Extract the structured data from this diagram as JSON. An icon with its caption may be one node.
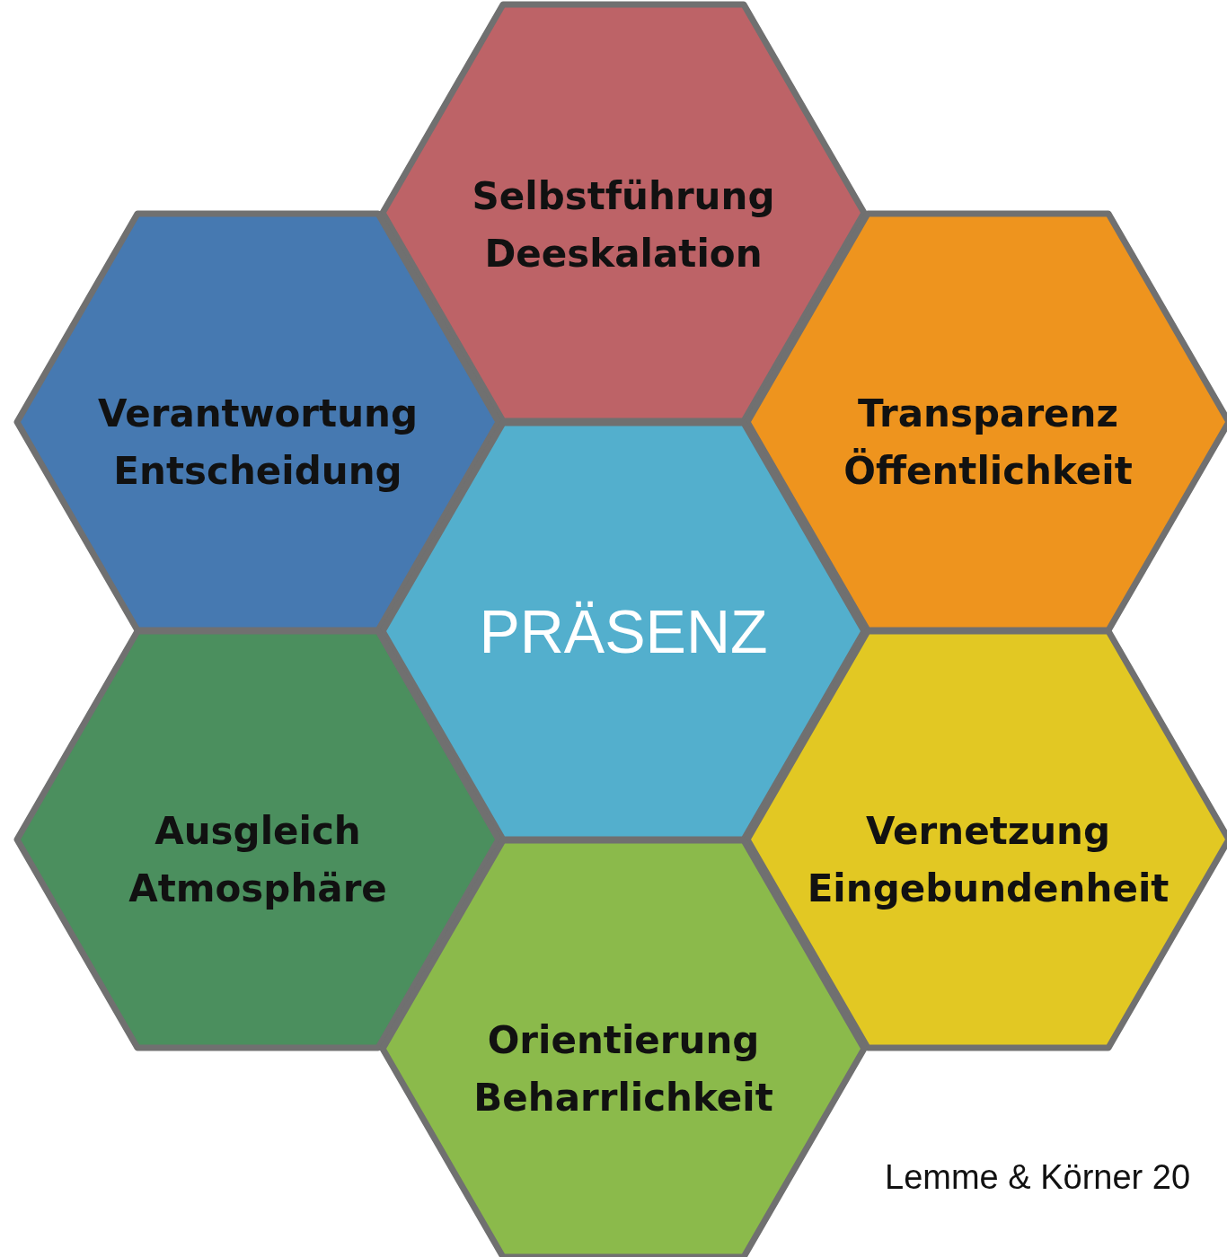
{
  "diagram": {
    "nodes": [
      {
        "text": [
          "Selbstführung",
          "Deeskalation"
        ]
      },
      {
        "text": [
          "Verantwortung",
          "Entscheidung"
        ]
      },
      {
        "text": [
          "Transparenz",
          "Öffentlichkeit"
        ]
      },
      {
        "text": [
          "PRÄSENZ"
        ]
      },
      {
        "text": [
          "Ausgleich",
          "Atmosphäre"
        ]
      },
      {
        "text": [
          "Vernetzung",
          "Eingebundenheit"
        ]
      },
      {
        "text": [
          "Orientierung",
          "Beharrlichkeit"
        ]
      }
    ],
    "labels": [
      "Lemme & Körner 20"
    ]
  }
}
